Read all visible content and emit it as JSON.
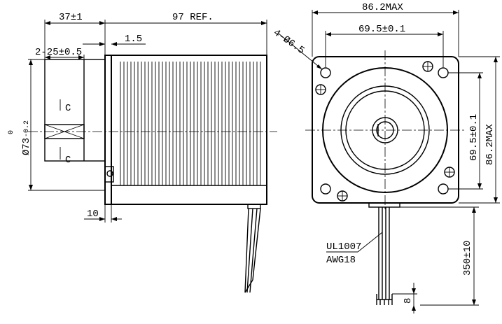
{
  "side_view": {
    "dim_shaft_length": "37±1",
    "dim_body_length": "97 REF.",
    "dim_flange": "1.5",
    "dim_flat": "2-25±0.5",
    "dim_pilot_main": "Ø73",
    "dim_pilot_tol_upper": "0",
    "dim_pilot_tol_lower": "-0.2",
    "section_label_top": "C",
    "section_label_bottom": "C",
    "dim_boss": "10"
  },
  "front_view": {
    "dim_width_max": "86.2MAX",
    "dim_hole_spacing_h": "69.5±0.1",
    "dim_holes": "4-Ø6.5",
    "dim_hole_spacing_v": "69.5±0.1",
    "dim_height_max": "86.2MAX",
    "wire_type": "UL1007",
    "wire_gauge": "AWG18",
    "dim_lead_length": "350±10",
    "dim_strip": "8"
  }
}
